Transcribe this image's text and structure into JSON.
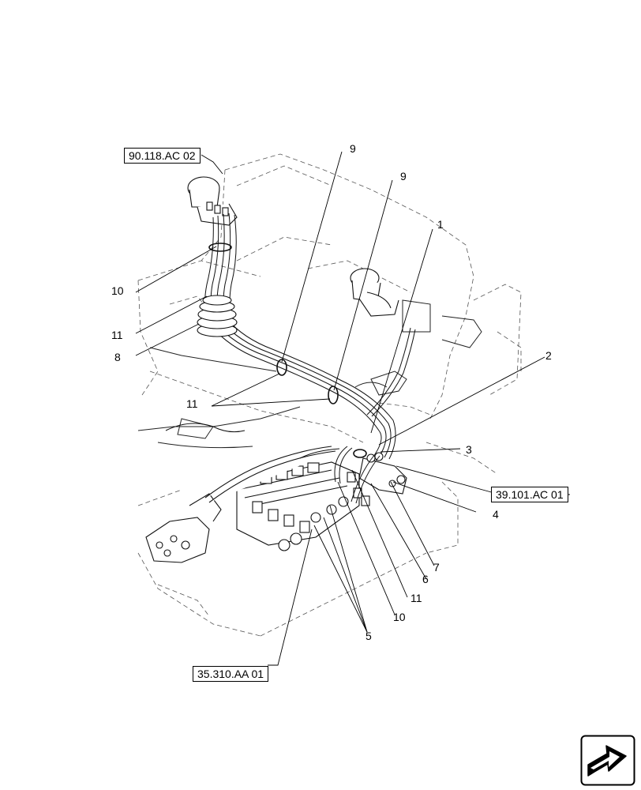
{
  "refs": {
    "top_left": "90.118.AC 02",
    "right": "39.101.AC 01",
    "bottom": "35.310.AA 01"
  },
  "callouts": {
    "c1": "1",
    "c2": "2",
    "c3": "3",
    "c4": "4",
    "c5": "5",
    "c6": "6",
    "c7": "7",
    "c8": "8",
    "c9a": "9",
    "c9b": "9",
    "c10a": "10",
    "c10b": "10",
    "c11a": "11",
    "c11b": "11",
    "c11c": "11"
  },
  "icons": {
    "nav": "next-page-arrow-icon"
  }
}
